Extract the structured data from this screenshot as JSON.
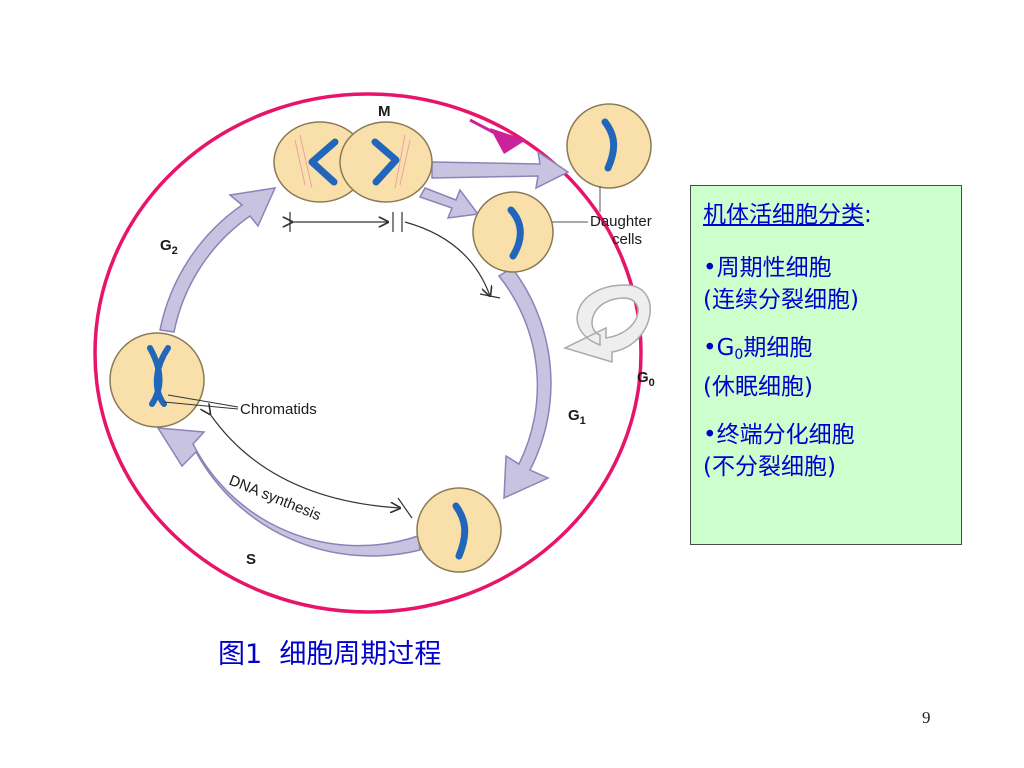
{
  "diagram": {
    "labels": {
      "m": "M",
      "g2": "G",
      "g2_sub": "2",
      "g1": "G",
      "g1_sub": "1",
      "g0": "G",
      "g0_sub": "0",
      "s": "S",
      "chromatids": "Chromatids",
      "daughter_line1": "Daughter",
      "daughter_line2": "cells",
      "dna_synthesis": "DNA synthesis"
    },
    "colors": {
      "outer_circle": "#e8146a",
      "arrow_fill": "#c8c3e0",
      "arrow_stroke": "#8a84b8",
      "cell_fill": "#f9dfaa",
      "cell_stroke": "#8a7a55",
      "chromosome": "#2266bb",
      "magenta_arrow": "#cc2299"
    }
  },
  "info_box": {
    "heading": "机体活细胞分类",
    "heading_colon": ":",
    "items": [
      {
        "bullet": "•",
        "line1": "周期性细胞",
        "line2": "(连续分裂细胞)"
      },
      {
        "bullet": "•",
        "prefix": "G",
        "sub": "0",
        "line1": "期细胞",
        "line2": "(休眠细胞)"
      },
      {
        "bullet": "•",
        "line1": "终端分化细胞",
        "line2": "(不分裂细胞)"
      }
    ]
  },
  "caption": "图1  细胞周期过程",
  "page_number": "9"
}
